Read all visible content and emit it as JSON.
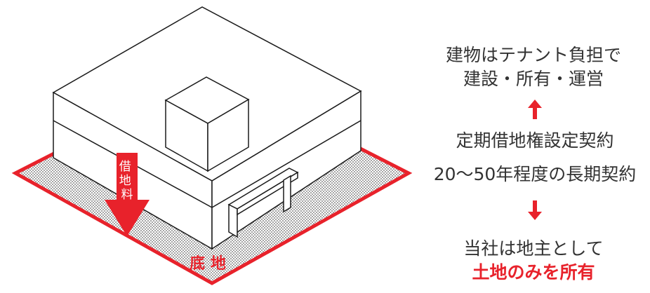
{
  "colors": {
    "accent": "#e8222b",
    "outline": "#1a1a1a",
    "text": "#333333",
    "ground_dots": "#666666"
  },
  "illustration": {
    "lease_arrow_label": "借\n地\n料",
    "land_label": "底 地"
  },
  "right_panel": {
    "building_line1": "建物はテナント負担で",
    "building_line2": "建設・所有・運営",
    "contract_line1": "定期借地権設定契約",
    "contract_line2": "20～50年程度の長期契約",
    "owner_line1": "当社は地主として",
    "owner_line2": "土地のみを所有"
  },
  "icons": {
    "up_arrow": "arrow-up-icon",
    "down_arrow": "arrow-down-icon"
  }
}
